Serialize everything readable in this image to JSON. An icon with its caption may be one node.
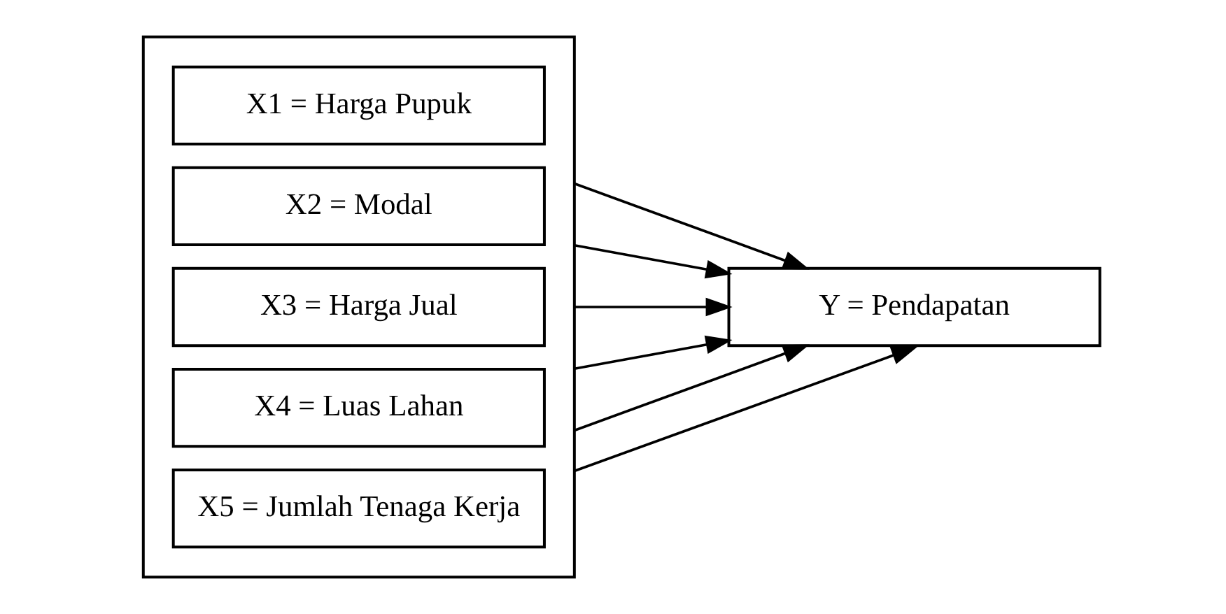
{
  "diagram": {
    "nodes": [
      {
        "text": [],
        "shape": "box"
      },
      {
        "text": [
          "X1 = Harga Pupuk"
        ],
        "in": 0
      },
      {
        "text": [
          "X2 = Modal"
        ],
        "in": 0
      },
      {
        "text": [
          "X3 = Harga Jual"
        ],
        "in": 0
      },
      {
        "text": [
          "X4 = Luas Lahan"
        ],
        "in": 0
      },
      {
        "text": [
          "X5 = Jumlah Tenaga Kerja"
        ],
        "in": 0
      },
      {
        "text": [
          "Y = Pendapatan"
        ]
      }
    ],
    "edges": [
      {
        "from": 0,
        "to": 6,
        "arrow": "to"
      },
      {
        "from": 0,
        "to": 6,
        "arrow": "to"
      },
      {
        "from": 0,
        "to": 6,
        "arrow": "to"
      },
      {
        "from": 0,
        "to": 6,
        "arrow": "to"
      },
      {
        "from": 0,
        "to": 6,
        "arrow": "to"
      },
      {
        "from": 0,
        "to": 6,
        "arrow": "to"
      }
    ]
  }
}
